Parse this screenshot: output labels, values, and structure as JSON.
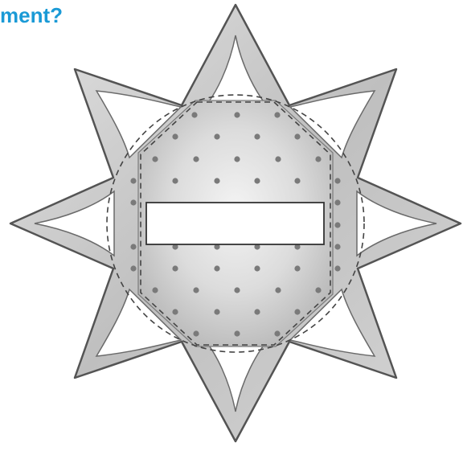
{
  "heading": {
    "text": "ment?",
    "color": "#1a9ad6"
  },
  "figure": {
    "shape": "eight-point-star",
    "center_piece": "octagon",
    "colors": {
      "outline": "#545454",
      "star_fill": "#c8c8c8",
      "inner_cut": "#ffffff",
      "octagon_fill": "#d8d8d8",
      "dash_line": "#444444",
      "dot": "#7a7a7a",
      "bar_fill": "#ffffff"
    }
  }
}
